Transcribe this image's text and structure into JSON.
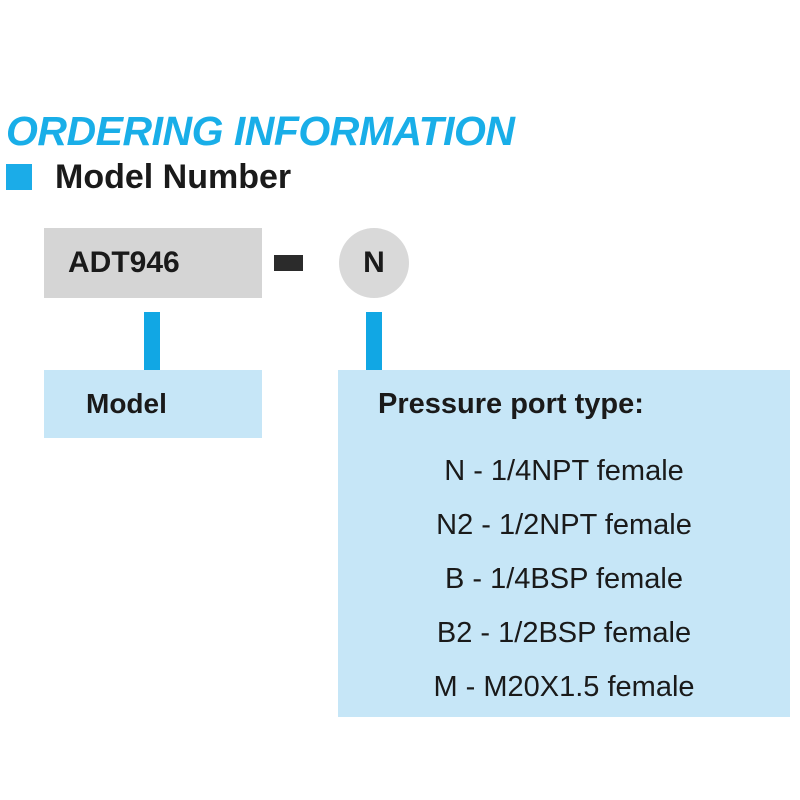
{
  "heading": "ORDERING INFORMATION",
  "subsection": {
    "bullet_icon": "square-bullet-icon",
    "label": "Model Number"
  },
  "model_code": {
    "base": "ADT946",
    "separator": "-",
    "suffix": "N"
  },
  "descriptions": {
    "model": {
      "label": "Model"
    },
    "port": {
      "title": "Pressure port type:",
      "options": [
        "N - 1/4NPT female",
        "N2 - 1/2NPT female",
        "B - 1/4BSP female",
        "B2 - 1/2BSP female",
        "M - M20X1.5 female"
      ]
    }
  },
  "colors": {
    "heading_blue": "#19AEE8",
    "bullet_blue": "#1BACE8",
    "stem_blue": "#11A7E4",
    "panel_blue": "#C6E6F7",
    "code_gray": "#D5D5D5",
    "circle_gray": "#D9D9D9",
    "dash_dark": "#2B2B2B",
    "text_dark": "#1A1A1A"
  }
}
